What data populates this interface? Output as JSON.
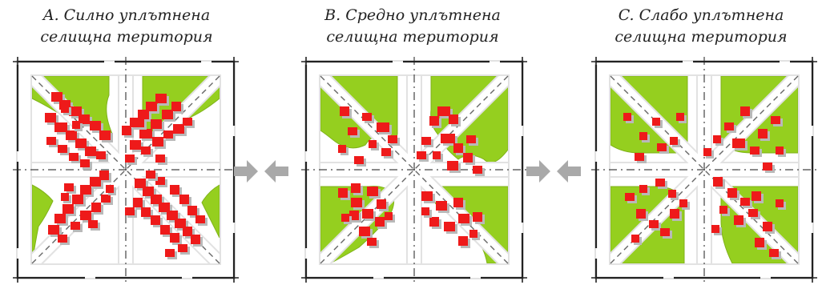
{
  "colors": {
    "green": "#95cf1f",
    "red": "#ee1a1a",
    "building_shadow": "#b9b9b9",
    "road": "#e2e2e2",
    "border": "#222222",
    "arrow": "#a9a9a9"
  },
  "panels": [
    {
      "id": "A",
      "caption_line1": "A. Силно уплътнена",
      "caption_line2": "селищна територия",
      "density": "high"
    },
    {
      "id": "B",
      "caption_line1": "B. Средно уплътнена",
      "caption_line2": "селищна територия",
      "density": "medium"
    },
    {
      "id": "C",
      "caption_line1": "C. Слабо уплътнена",
      "caption_line2": "селищна територия",
      "density": "low"
    }
  ],
  "transitions": [
    {
      "between": [
        "A",
        "B"
      ],
      "arrows": [
        "arrow-right",
        "arrow-left"
      ]
    },
    {
      "between": [
        "B",
        "C"
      ],
      "arrows": [
        "arrow-right",
        "arrow-left"
      ]
    }
  ]
}
